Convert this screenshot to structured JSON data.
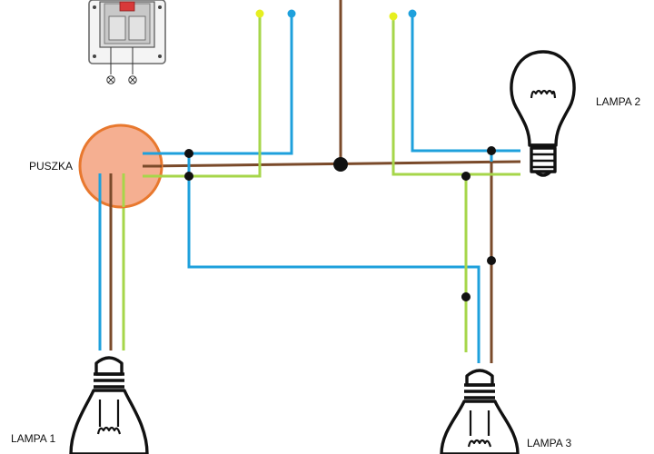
{
  "labels": {
    "junction_box": "PUSZKA",
    "lamp1": "LAMPA 1",
    "lamp2": "LAMPA 2",
    "lamp3": "LAMPA 3"
  },
  "colors": {
    "neutral_blue": "#1ea0dc",
    "live_brown": "#7a4a2a",
    "earth_green": "#a6d64a",
    "earth_tip_yellow": "#e6ef20",
    "junction_fill": "#f4a888",
    "junction_stroke": "#e8782e",
    "node": "#111111"
  },
  "icons": {
    "switch": "double-light-switch-icon",
    "bulb": "light-bulb-icon"
  }
}
